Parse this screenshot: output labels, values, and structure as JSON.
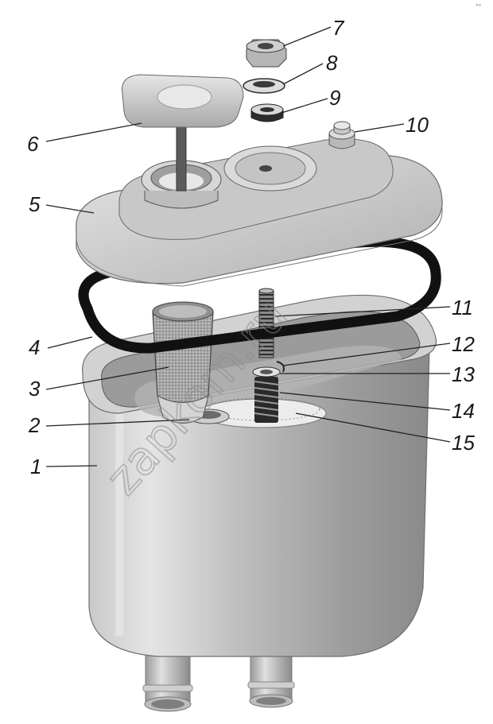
{
  "diagram": {
    "callouts": [
      {
        "id": "7",
        "label": "7"
      },
      {
        "id": "8",
        "label": "8"
      },
      {
        "id": "9",
        "label": "9"
      },
      {
        "id": "10",
        "label": "10"
      },
      {
        "id": "6",
        "label": "6"
      },
      {
        "id": "5",
        "label": "5"
      },
      {
        "id": "11",
        "label": "11"
      },
      {
        "id": "4",
        "label": "4"
      },
      {
        "id": "12",
        "label": "12"
      },
      {
        "id": "3",
        "label": "3"
      },
      {
        "id": "13",
        "label": "13"
      },
      {
        "id": "14",
        "label": "14"
      },
      {
        "id": "2",
        "label": "2"
      },
      {
        "id": "15",
        "label": "15"
      },
      {
        "id": "1",
        "label": "1"
      }
    ],
    "watermark": "zapkom.ru",
    "corner_mark": "«»"
  },
  "colors": {
    "metal_light": "#d9d9d9",
    "metal_mid": "#b5b5b5",
    "metal_dark": "#8e8e8e",
    "gasket": "#111111",
    "background": "#ffffff"
  }
}
